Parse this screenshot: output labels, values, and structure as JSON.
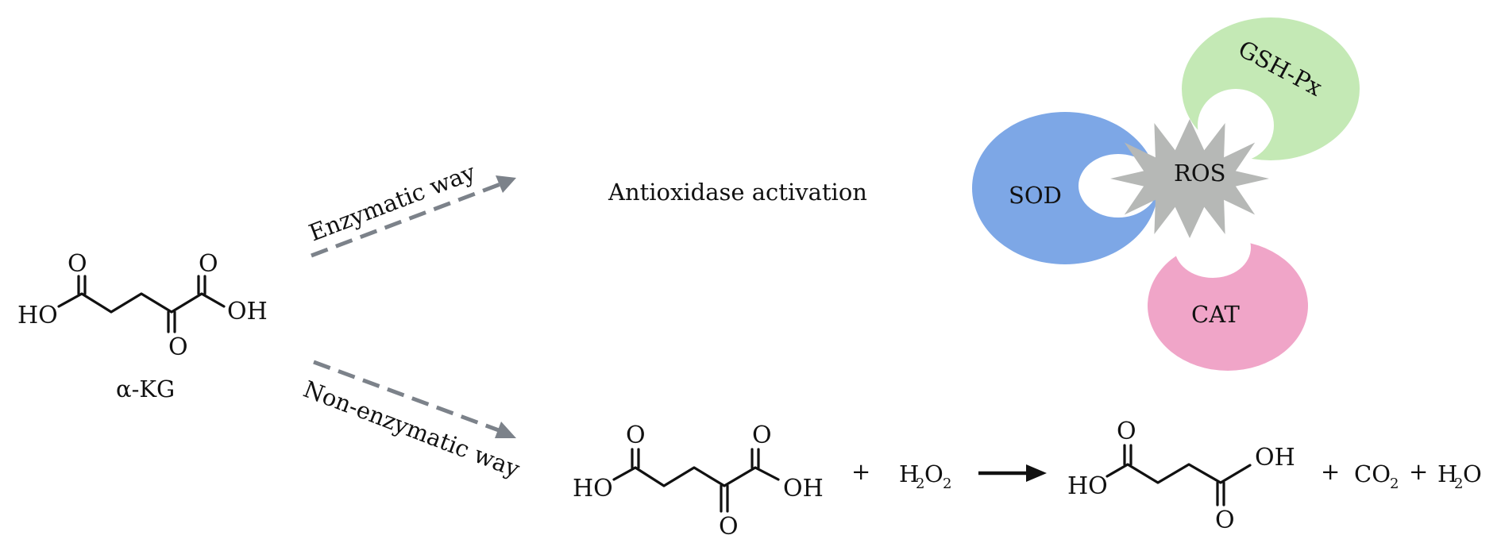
{
  "colors": {
    "sod": "#7da7e6",
    "gsh_px": "#c4e9b5",
    "cat": "#f0a5c8",
    "ros": "#b6b8b6",
    "dashed_arrow": "#7c828a",
    "text": "#111111"
  },
  "labels": {
    "alpha_kg": "α-KG",
    "enzymatic_way": "Enzymatic way",
    "non_enzymatic_way": "Non-enzymatic way",
    "antioxidase_activation": "Antioxidase activation"
  },
  "enzymes": {
    "sod": "SOD",
    "gsh_px": "GSH-Px",
    "cat": "CAT",
    "ros": "ROS"
  },
  "atoms": {
    "o": "O",
    "ho": "HO",
    "oh": "OH"
  },
  "reaction": {
    "plus": "+",
    "h": "H",
    "two": "2",
    "o": "O",
    "co": "CO"
  }
}
